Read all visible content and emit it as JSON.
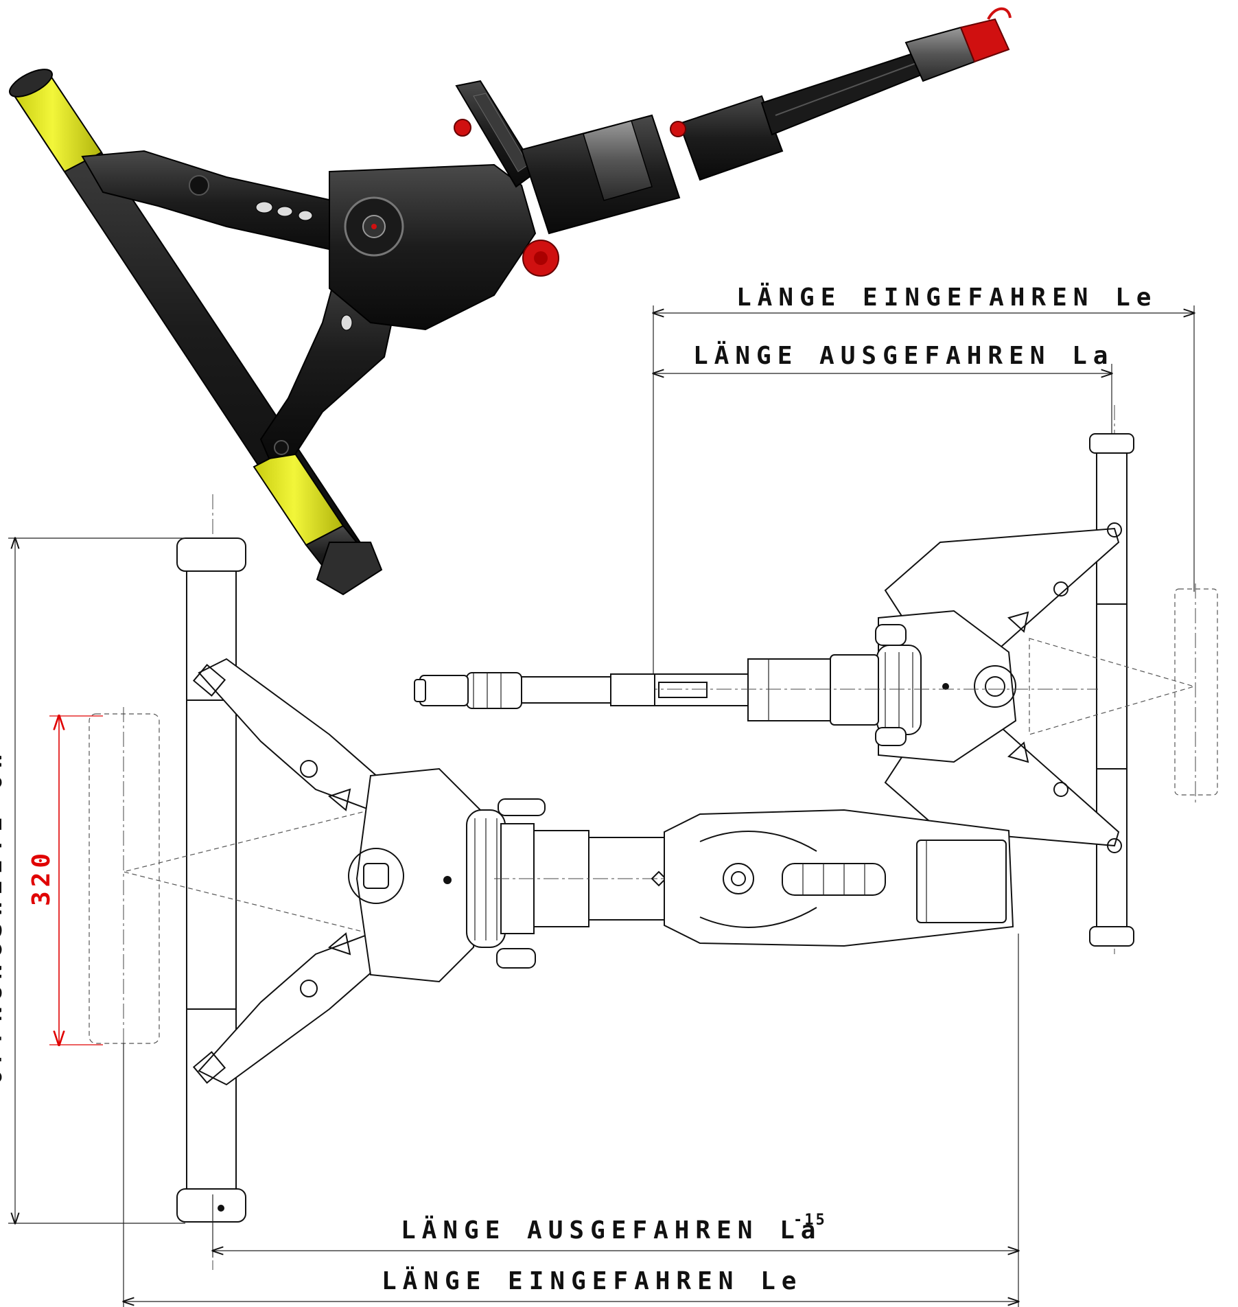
{
  "dimensions": {
    "top_le": "LÄNGE EINGEFAHREN Le",
    "top_la": "LÄNGE AUSGEFAHREN La",
    "bottom_la": "LÄNGE AUSGEFAHREN La",
    "bottom_la_tolerance": "-15",
    "bottom_le": "LÄNGE EINGEFAHREN Le",
    "opening_width_label": "ÖFFNUNGSWEITE ÖW",
    "inner_width_value": "320"
  },
  "colors": {
    "line": "#111111",
    "dimension_red": "#e00000",
    "tool_body": "#1c1c1c",
    "tool_highlight": "#4a4a4a",
    "handle_yellow": "#e9ee1c",
    "cap_red": "#d01010"
  }
}
